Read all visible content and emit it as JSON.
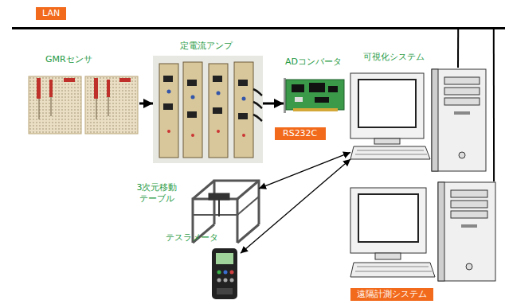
{
  "diagram": {
    "nodes": [
      {
        "text": [
          "LAN"
        ]
      },
      {
        "text": [
          "GMRセンサ"
        ]
      },
      {
        "text": [
          "定電流アンプ"
        ]
      },
      {
        "text": [
          "ADコンバータ"
        ]
      },
      {
        "text": [
          "RS232C"
        ]
      },
      {
        "text": [
          "可視化システム"
        ]
      },
      {
        "text": [
          "3次元移動 テーブル"
        ]
      },
      {
        "text": [
          "テスラメータ"
        ]
      },
      {
        "text": [
          "遠隔計測システム"
        ]
      }
    ],
    "edges": [
      {
        "from": 1,
        "to": 2,
        "arrow": "to"
      },
      {
        "from": 2,
        "to": 3,
        "arrow": "to"
      },
      {
        "from": 5,
        "to": 6,
        "arrow": "both"
      },
      {
        "from": 5,
        "to": 7,
        "arrow": "both"
      },
      {
        "from": 0,
        "to": 5,
        "arrow": "none"
      },
      {
        "from": 0,
        "to": 8,
        "arrow": "none"
      }
    ]
  }
}
